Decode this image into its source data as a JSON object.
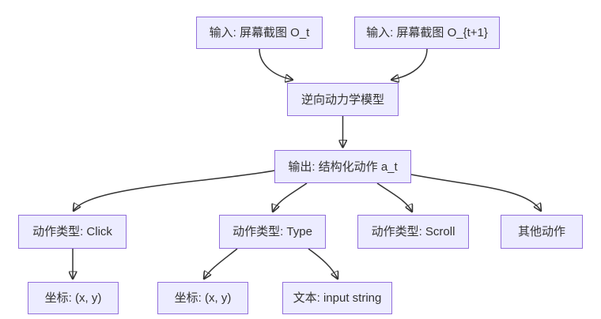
{
  "diagram": {
    "type": "flowchart",
    "direction": "top-down",
    "colors": {
      "background": "#ffffff",
      "node_fill": "#ECECFF",
      "node_border": "#9370DB",
      "node_text": "#333333",
      "edge": "#333333"
    },
    "nodes": {
      "input_ot": {
        "label": "输入: 屏幕截图 O_t"
      },
      "input_ot1": {
        "label": "输入: 屏幕截图 O_{t+1}"
      },
      "model": {
        "label": "逆向动力学模型"
      },
      "output": {
        "label": "输出: 结构化动作 a_t"
      },
      "action_click": {
        "label": "动作类型: Click"
      },
      "action_type": {
        "label": "动作类型: Type"
      },
      "action_scroll": {
        "label": "动作类型: Scroll"
      },
      "action_other": {
        "label": "其他动作"
      },
      "coord_click": {
        "label": "坐标: (x, y)"
      },
      "coord_type": {
        "label": "坐标: (x, y)"
      },
      "text_input": {
        "label": "文本: input string"
      }
    },
    "edges": [
      {
        "from": "input_ot",
        "to": "model"
      },
      {
        "from": "input_ot1",
        "to": "model"
      },
      {
        "from": "model",
        "to": "output"
      },
      {
        "from": "output",
        "to": "action_click"
      },
      {
        "from": "output",
        "to": "action_type"
      },
      {
        "from": "output",
        "to": "action_scroll"
      },
      {
        "from": "output",
        "to": "action_other"
      },
      {
        "from": "action_click",
        "to": "coord_click"
      },
      {
        "from": "action_type",
        "to": "coord_type"
      },
      {
        "from": "action_type",
        "to": "text_input"
      }
    ]
  }
}
